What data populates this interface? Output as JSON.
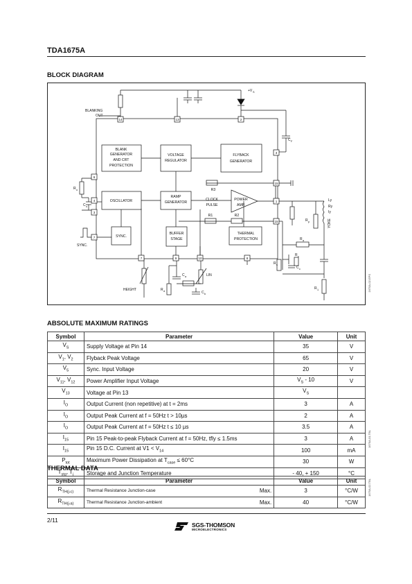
{
  "header": {
    "title": "TDA1675A"
  },
  "block_diagram": {
    "section_title": "BLOCK DIAGRAM",
    "side_code": "1675A-02.EPS",
    "blocks": {
      "blank_gen": [
        "BLANK",
        "GENERATOR",
        "AND CRT",
        "PROTECTION"
      ],
      "voltage_reg": [
        "VOLTAGE",
        "REGULATOR"
      ],
      "flyback_gen": [
        "FLYBACK",
        "GENERATOR"
      ],
      "oscillator": "OSCILLATOR",
      "ramp_gen": [
        "RAMP",
        "GENERATOR"
      ],
      "power_amp": [
        "POWER",
        "AMP."
      ],
      "sync": "SYNC.",
      "buffer": [
        "BUFFER",
        "STAGE"
      ],
      "thermal": [
        "THERMAL",
        "PROTECTION"
      ]
    },
    "labels": {
      "blanking": "BLANKING",
      "out": "OUT",
      "vs": "+V",
      "vs_sub": "S",
      "clock": "CLOCK",
      "pulse": "PULSE",
      "r3": "R3",
      "r1": "R1",
      "r2": "R2",
      "sync_in": "SYNC.",
      "height": "HEIGHT",
      "lin": "LIN",
      "ly": "Ly",
      "ry": "Ry",
      "yoke": "YOKE",
      "cf": "C",
      "cf_sub": "F",
      "ro": "R",
      "ro_sub": "o",
      "co": "C",
      "co_sub": "o",
      "rd": "R",
      "rd_sub": "d",
      "ca": "C",
      "ca_sub": "a",
      "cb": "C",
      "cb_sub": "b",
      "rp": "R",
      "rp_sub": "p",
      "ra": "R",
      "ra_sub": "a",
      "rs": "R",
      "rs_sub": "s",
      "r1b": "R",
      "r1b_sub": "1",
      "rc": "R",
      "rc_sub": "c",
      "cc": "C",
      "cc_sub": "c",
      "iy": "Iy"
    },
    "pins": [
      "1",
      "2",
      "3",
      "4",
      "5",
      "6",
      "7",
      "8",
      "9",
      "10",
      "11",
      "12",
      "13",
      "14",
      "15"
    ]
  },
  "abs_max": {
    "section_title": "ABSOLUTE MAXIMUM RATINGS",
    "side_code": "1675A-01.TBL",
    "headers": [
      "Symbol",
      "Parameter",
      "Value",
      "Unit"
    ],
    "rows": [
      {
        "sym": "V",
        "sub": "S",
        "param": "Supply Voltage at Pin 14",
        "value": "35",
        "unit": "V"
      },
      {
        "sym": "V",
        "sub": "1",
        "sym2": ", V",
        "sub2": "2",
        "param": "Flyback Peak Voltage",
        "value": "65",
        "unit": "V"
      },
      {
        "sym": "V",
        "sub": "5",
        "param": "Sync. Input Voltage",
        "value": "20",
        "unit": "V"
      },
      {
        "sym": "V",
        "sub": "11",
        "sym2": ", V",
        "sub2": "12",
        "param": "Power Amplifier Input Voltage",
        "value": "V",
        "value_sub": "S",
        "value_tail": " - 10",
        "unit": "V"
      },
      {
        "sym": "V",
        "sub": "13",
        "param": "Voltage at Pin 13",
        "value": "V",
        "value_sub": "S",
        "unit": ""
      },
      {
        "sym": "I",
        "sub": "O",
        "param": "Output Current (non repetitive) at t =  2ms",
        "value": "3",
        "unit": "A"
      },
      {
        "sym": "I",
        "sub": "O",
        "param": "Output Peak Current at f =  50Hz t >  10µs",
        "value": "2",
        "unit": "A"
      },
      {
        "sym": "I",
        "sub": "O",
        "param": "Output Peak Current at f =  50Hz t ≤  10 µs",
        "value": "3.5",
        "unit": "A"
      },
      {
        "sym": "I",
        "sub": "15",
        "param": "Pin 15 Peak-to-peak Flyback Current at f =  50Hz, tfly ≤  1.5ms",
        "value": "3",
        "unit": "A"
      },
      {
        "sym": "I",
        "sub": "15",
        "param": "Pin 15 D.C. Current at V1 < V",
        "param_sub": "14",
        "value": "100",
        "unit": "mA"
      },
      {
        "sym": "P",
        "sub": "tot",
        "param": "Maximum Power Dissipation at T",
        "param_sub": "case",
        "param_tail": " ≤ 60°C",
        "value": "30",
        "unit": "W"
      },
      {
        "sym": "T",
        "sub": "stg",
        "sym2": ", T",
        "sub2": "j",
        "param": "Storage and Junction Temperature",
        "value": "- 40, + 150",
        "unit": "°C"
      }
    ]
  },
  "thermal": {
    "section_title": "THERMAL DATA",
    "side_code": "1675A-02.TBL",
    "headers": [
      "Symbol",
      "Parameter",
      "Value",
      "Unit"
    ],
    "rows": [
      {
        "sym": "R",
        "sub": "TH(j-c)",
        "param": "Thermal Resistance Junction-case",
        "qual": "Max.",
        "value": "3",
        "unit": "°C/W"
      },
      {
        "sym": "R",
        "sub": "TH(j-a)",
        "param": "Thermal Resistance Junction-ambient",
        "qual": "Max.",
        "value": "40",
        "unit": "°C/W"
      }
    ]
  },
  "footer": {
    "page": "2/11",
    "brand": "SGS-THOMSON",
    "brand_sub": "MICROELECTRONICS"
  }
}
